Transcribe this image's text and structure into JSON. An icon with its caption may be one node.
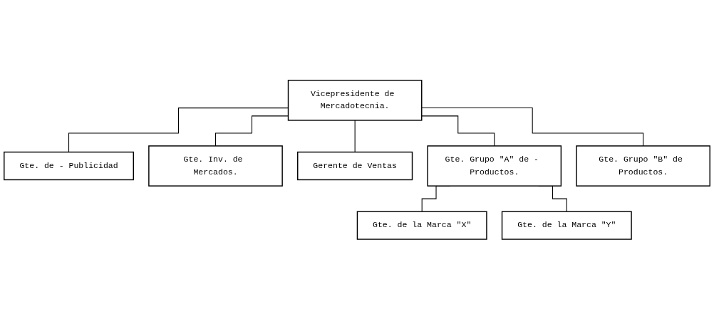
{
  "diagram": {
    "nodes": [
      {
        "text": [
          "Vicepresidente de Mercadotecnia."
        ]
      },
      {
        "text": [
          "Gte. de - Publicidad"
        ]
      },
      {
        "text": [
          "Gte. Inv. de Mercados."
        ]
      },
      {
        "text": [
          "Gerente de Ventas"
        ]
      },
      {
        "text": [
          "Gte. Grupo \"A\" de - Productos."
        ]
      },
      {
        "text": [
          "Gte. Grupo \"B\" de Productos."
        ]
      },
      {
        "text": [
          "Gte. de la Marca \"X\""
        ]
      },
      {
        "text": [
          "Gte. de la Marca \"Y\""
        ]
      }
    ],
    "edges": [
      {
        "from": 0,
        "to": 1,
        "arrow": "none"
      },
      {
        "from": 0,
        "to": 2,
        "arrow": "none"
      },
      {
        "from": 0,
        "to": 3,
        "arrow": "none"
      },
      {
        "from": 0,
        "to": 4,
        "arrow": "none"
      },
      {
        "from": 0,
        "to": 5,
        "arrow": "none"
      },
      {
        "from": 4,
        "to": 6,
        "arrow": "none"
      },
      {
        "from": 4,
        "to": 7,
        "arrow": "none"
      }
    ]
  }
}
